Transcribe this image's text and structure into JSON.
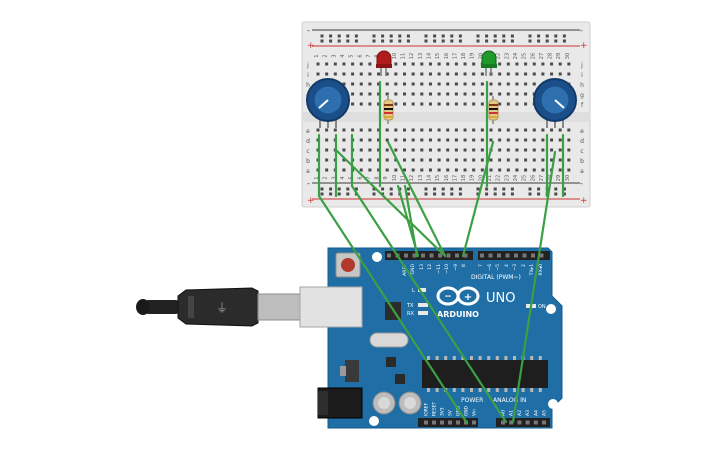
{
  "breadboard": {
    "rail_plus": "+",
    "rail_minus": "-",
    "row_letters_top": [
      "j",
      "i",
      "h",
      "g",
      "f"
    ],
    "row_letters_bottom": [
      "e",
      "d",
      "c",
      "b",
      "a"
    ],
    "column_numbers": [
      "1",
      "2",
      "3",
      "4",
      "5",
      "6",
      "7",
      "8",
      "9",
      "10",
      "11",
      "12",
      "13",
      "14",
      "15",
      "16",
      "17",
      "18",
      "19",
      "20",
      "21",
      "22",
      "23",
      "24",
      "25",
      "26",
      "27",
      "28",
      "29",
      "30"
    ]
  },
  "components": {
    "led_left_color": "#b01c1c",
    "led_right_color": "#1f9a2a",
    "pot_color": "#1b4f8a",
    "resistor_body_color": "#e8c88a",
    "wire_color": "#3aa043"
  },
  "arduino": {
    "brand": "ARDUINO",
    "model": "UNO",
    "digital_label": "DIGITAL (PWM~)",
    "analog_label": "ANALOG IN",
    "power_label": "POWER",
    "on_label": "ON",
    "l_label": "L",
    "tx_label": "TX",
    "rx_label": "RX",
    "aref_label": "AREF",
    "gnd_label": "GND",
    "digital_pins": [
      "13",
      "12",
      "~11",
      "~10",
      "~9",
      "8",
      "7",
      "~6",
      "~5",
      "4",
      "~3",
      "2",
      "TX▸1",
      "RX◂0"
    ],
    "power_pins": [
      "IOREF",
      "RESET",
      "3V3",
      "5V",
      "GND",
      "GND",
      "Vin"
    ],
    "analog_pins": [
      "A0",
      "A1",
      "A2",
      "A3",
      "A4",
      "A5"
    ],
    "board_color": "#1f6fa6"
  }
}
